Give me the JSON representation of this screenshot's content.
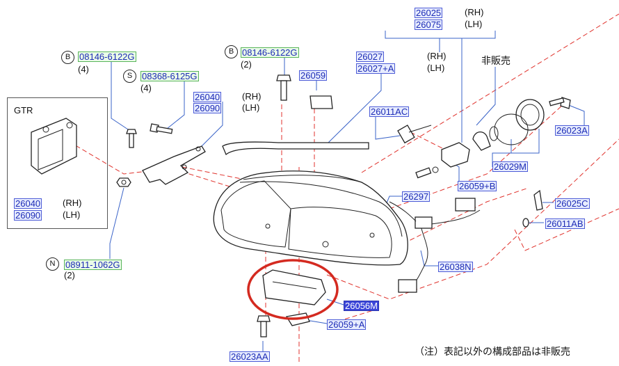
{
  "gtr_box": {
    "title": "GTR",
    "pn1": "26040",
    "pn2": "26090",
    "rh": "(RH)",
    "lh": "(LH)"
  },
  "codes": {
    "b1": {
      "letter": "B",
      "pn": "08146-6122G",
      "qty": "(4)"
    },
    "s1": {
      "letter": "S",
      "pn": "08368-6125G",
      "qty": "(4)"
    },
    "b2": {
      "letter": "B",
      "pn": "08146-6122G",
      "qty": "(2)"
    },
    "n1": {
      "letter": "N",
      "pn": "08911-1062G",
      "qty": "(2)"
    }
  },
  "parts": {
    "p26040": "26040",
    "p26090": "26090",
    "rh": "(RH)",
    "lh": "(LH)",
    "p26059": "26059",
    "p26025": "26025",
    "p26075": "26075",
    "rh2": "(RH)",
    "lh2": "(LH)",
    "p26027": "26027",
    "p26027a": "26027+A",
    "rh3": "(RH)",
    "lh3": "(LH)",
    "not_sold": "非販売",
    "p26011ac": "26011AC",
    "p26023a": "26023A",
    "p26029m": "26029M",
    "p26059b": "26059+B",
    "p26297": "26297",
    "p26025c": "26025C",
    "p26011ab": "26011AB",
    "p26038n": "26038N",
    "p26056m": "26056M",
    "p26059a": "26059+A",
    "p26023aa": "26023AA"
  },
  "footnote": "（注）表記以外の構成部品は非販売",
  "colors": {
    "leader": "#3a63c8",
    "dashed": "#e0322c",
    "highlight_ring": "#d42a20",
    "selected": "#3b46d9"
  }
}
